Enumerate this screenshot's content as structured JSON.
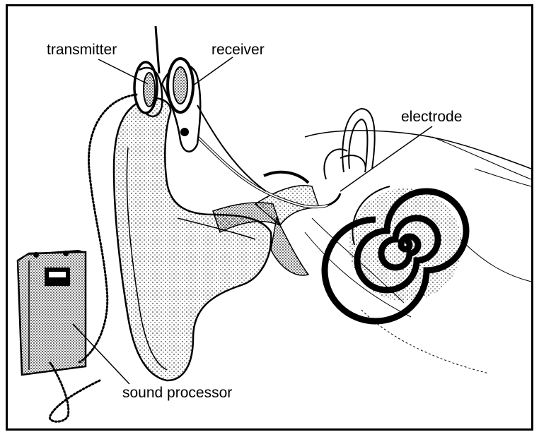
{
  "labels": {
    "transmitter": "transmitter",
    "receiver": "receiver",
    "electrode": "electrode",
    "sound_processor": "sound processor"
  },
  "colors": {
    "ink": "#000000",
    "paper": "#ffffff"
  }
}
